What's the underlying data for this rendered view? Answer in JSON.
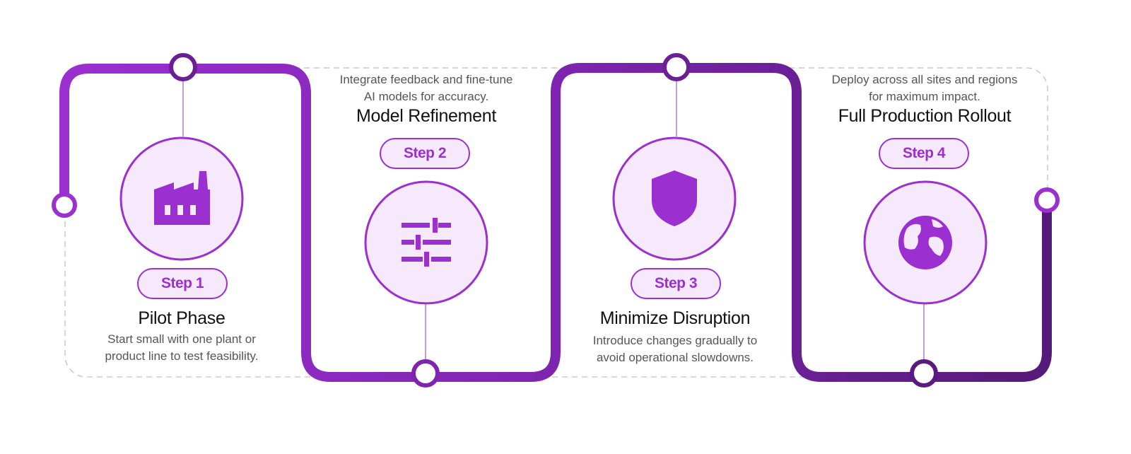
{
  "diagram": {
    "steps": [
      {
        "pill": "Step 1",
        "title": "Pilot Phase",
        "desc_line1": "Start small with one plant or",
        "desc_line2": "product line to test feasibility.",
        "icon": "factory-icon"
      },
      {
        "pill": "Step 2",
        "title": "Model Refinement",
        "desc_line1": "Integrate feedback and fine-tune",
        "desc_line2": "AI models for accuracy.",
        "icon": "sliders-icon"
      },
      {
        "pill": "Step 3",
        "title": "Minimize Disruption",
        "desc_line1": "Introduce changes gradually to",
        "desc_line2": "avoid operational slowdowns.",
        "icon": "shield-icon"
      },
      {
        "pill": "Step 4",
        "title": "Full Production Rollout",
        "desc_line1": "Deploy across all sites and regions",
        "desc_line2": "for maximum impact.",
        "icon": "globe-icon"
      }
    ],
    "colors": {
      "purple": "#9b2fd0",
      "purple_mid": "#7e24b0",
      "purple_dark": "#5a1a80",
      "circle_fill": "#f6e9fb",
      "dashed": "#cccccc",
      "stem": "#c79be0"
    }
  }
}
